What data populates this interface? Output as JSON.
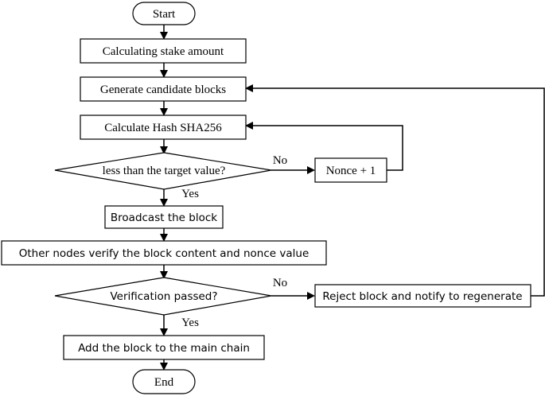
{
  "flowchart": {
    "start": "Start",
    "calc_stake": "Calculating stake amount",
    "generate_blocks": "Generate candidate blocks",
    "calc_hash": "Calculate Hash SHA256",
    "target_question": "less than the target value?",
    "nonce_step": "Nonce + 1",
    "broadcast": "Broadcast the block",
    "verify_nodes": "Other nodes verify the block content and nonce value",
    "verification_question": "Verification passed?",
    "reject_block": "Reject block and notify to regenerate",
    "add_block": "Add the block to the main chain",
    "end": "End",
    "yes_label_1": "Yes",
    "no_label_1": "No",
    "yes_label_2": "Yes",
    "no_label_2": "No"
  },
  "colors": {
    "stroke": "#000000",
    "background": "#ffffff"
  }
}
